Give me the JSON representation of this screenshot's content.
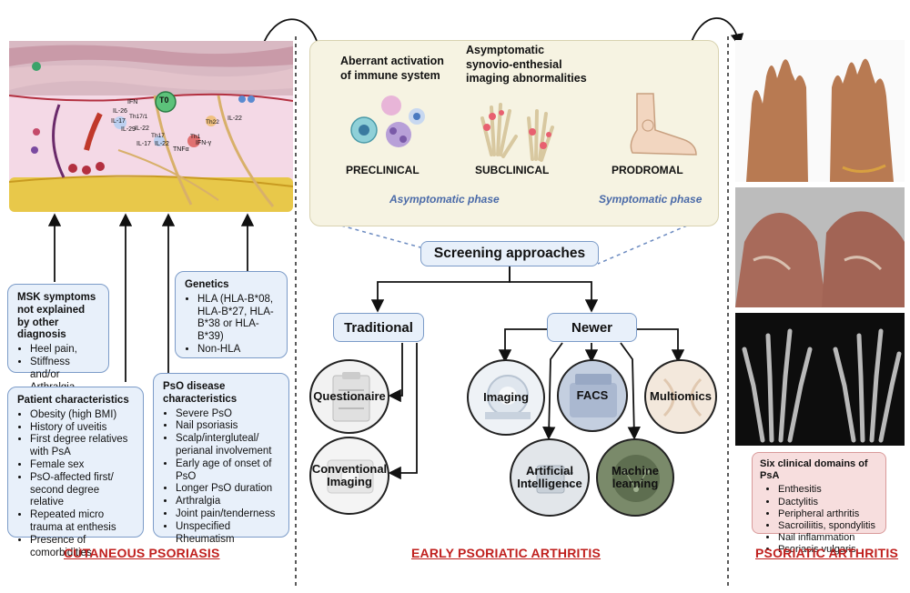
{
  "sections": {
    "left_title": "CUTANEOUS PSORIASIS",
    "middle_title": "EARLY PSORIATIC ARTHRITIS",
    "right_title": "PSORIATIC ARTHRITIS"
  },
  "skin_labels": {
    "t0": "T0",
    "ifn": "IFN",
    "il26": "IL-26",
    "th171": "Th17/1",
    "il17a": "IL-17",
    "il29": "IL-29",
    "il22a": "IL-22",
    "th17": "Th17",
    "th1": "Th1",
    "il17b": "IL-17",
    "il22b": "IL-22",
    "tnfa": "TNFα",
    "ifng": "IFN-γ",
    "th22": "Th22",
    "il22c": "IL-22"
  },
  "msk_box": {
    "title": "MSK symptoms not explained by other diagnosis",
    "items": [
      "Heel pain,",
      "Stiffness and/or Arthralgia"
    ]
  },
  "genetics_box": {
    "title": "Genetics",
    "items": [
      "HLA (HLA-B*08, HLA-B*27, HLA-B*38 or HLA-B*39)",
      "Non-HLA"
    ]
  },
  "patient_box": {
    "title": "Patient characteristics",
    "items": [
      "Obesity (high BMI)",
      "History of uveitis",
      "First degree relatives with PsA",
      "Female sex",
      "PsO-affected first/ second degree relative",
      "Repeated micro trauma at enthesis",
      "Presence of comorbidities"
    ]
  },
  "pso_box": {
    "title": "PsO disease characteristics",
    "items": [
      "Severe PsO",
      "Nail psoriasis",
      "Scalp/intergluteal/ perianal involvement",
      "Early age of onset of PsO",
      "Longer PsO duration",
      "Arthralgia",
      "Joint pain/tenderness",
      "Unspecified Rheumatism"
    ]
  },
  "phases": {
    "aberrant": "Aberrant activation of immune system",
    "asymptomatic_imaging": "Asymptomatic synovio-enthesial imaging abnormalities",
    "preclinical": "PRECLINICAL",
    "subclinical": "SUBCLINICAL",
    "prodromal": "PRODROMAL",
    "asymptomatic_phase": "Asymptomatic phase",
    "symptomatic_phase": "Symptomatic phase"
  },
  "screening": {
    "title": "Screening approaches",
    "traditional": "Traditional",
    "newer": "Newer",
    "questionaire": "Questionaire",
    "conventional_imaging": "Conventional Imaging",
    "imaging": "Imaging",
    "facs": "FACS",
    "multiomics": "Multiomics",
    "ai": "Artificial Intelligence",
    "ml": "Machine learning"
  },
  "domains_box": {
    "title": "Six clinical domains of PsA",
    "items": [
      "Enthesitis",
      "Dactylitis",
      "Peripheral arthritis",
      "Sacroiliitis, spondylitis",
      "Nail inflammation",
      "Psoriasis vulgaris"
    ]
  }
}
